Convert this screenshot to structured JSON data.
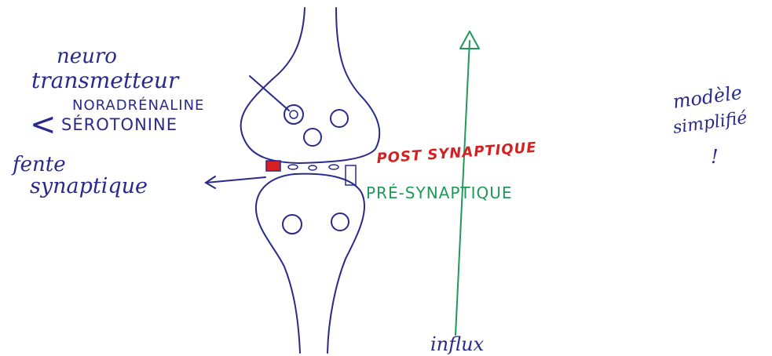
{
  "diagram": {
    "neurotransmitter_label_line1": "neuro",
    "neurotransmitter_label_line2": "transmetteur",
    "neurotransmitter_example_1": "NORADRÉNALINE",
    "neurotransmitter_example_2": "SÉROTONINE",
    "cleft_label_line1": "fente",
    "cleft_label_line2": "synaptique",
    "postsynaptic_label": "POST SYNAPTIQUE",
    "presynaptic_label": "PRÉ-SYNAPTIQUE",
    "impulse_label": "influx",
    "model_label_line1": "modèle",
    "model_label_line2": "simplifié",
    "model_exclamation": "!"
  },
  "colors": {
    "ink_blue": "#2a2a8c",
    "ink_red": "#d42020",
    "ink_green": "#1f9a5a",
    "background": "#ffffff"
  }
}
